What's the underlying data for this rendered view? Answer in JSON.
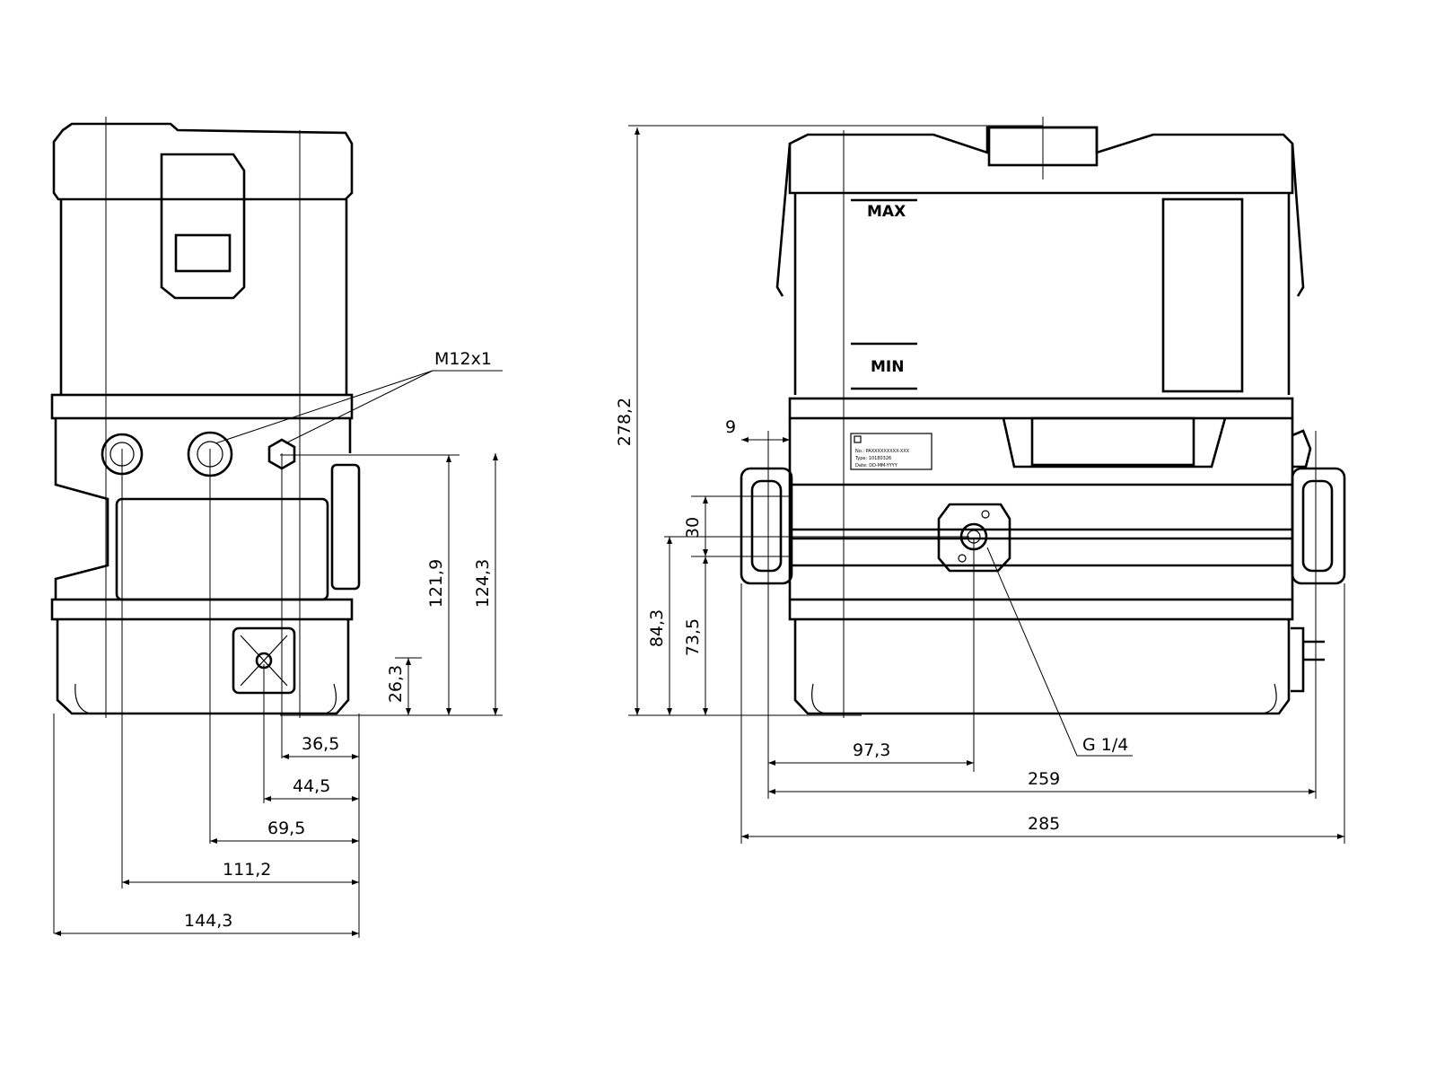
{
  "annotations": {
    "thread_label": "M12x1",
    "port_label": "G 1/4",
    "max_label": "MAX",
    "min_label": "MIN"
  },
  "nameplate": {
    "line_no": "No.: PAXXXXXXXXX-XXX",
    "line_type": "Type: 10180326",
    "line_date": "Date: DD-MM-YYYY"
  },
  "dimensions": {
    "side_view": [
      "121,9",
      "124,3",
      "26,3",
      "36,5",
      "44,5",
      "69,5",
      "111,2",
      "144,3"
    ],
    "front_view": [
      "278,2",
      "9",
      "30",
      "84,3",
      "73,5",
      "97,3",
      "259",
      "285"
    ]
  }
}
